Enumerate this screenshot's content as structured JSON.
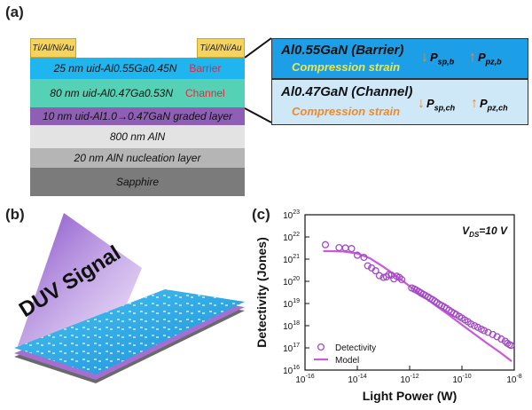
{
  "panels": {
    "a": "(a)",
    "b": "(b)",
    "c": "(c)"
  },
  "panel_a": {
    "contacts": [
      "Ti/Al/Ni/Au",
      "Ti/Al/Ni/Au"
    ],
    "layers": [
      {
        "text": "25 nm uid-Al0.55Ga0.45N",
        "accent": "Barrier",
        "color": "#1fb5ef"
      },
      {
        "text": "80 nm uid-Al0.47Ga0.53N",
        "accent": "Channel",
        "color": "#55d1b6"
      },
      {
        "text": "10 nm uid-Al1.0→0.47GaN graded layer",
        "accent": "",
        "color": "#8e5fb5"
      },
      {
        "text": "800 nm AlN",
        "accent": "",
        "color": "#e3e3e3"
      },
      {
        "text": "20 nm AlN nucleation layer",
        "accent": "",
        "color": "#b5b5b5"
      },
      {
        "text": "Sapphire",
        "accent": "",
        "color": "#7b7b7b"
      }
    ],
    "zoom": {
      "barrier": {
        "title": "Al0.55GaN (Barrier)",
        "strain": "Compression strain",
        "p_sp": "P",
        "p_sp_sub": "sp,b",
        "p_pz": "P",
        "p_pz_sub": "pz,b"
      },
      "channel": {
        "title": "Al0.47GaN (Channel)",
        "strain": "Compression strain",
        "p_sp": "P",
        "p_sp_sub": "sp,ch",
        "p_pz": "P",
        "p_pz_sub": "pz,ch"
      }
    },
    "colors": {
      "barrier_fill": "#1c9fe6",
      "channel_fill": "#cfe8f7",
      "strain_barrier": "#f2e640",
      "strain_channel": "#f08a2a",
      "arrow": "#f08a2a"
    }
  },
  "panel_b": {
    "signal_text": "DUV Signal",
    "colors": {
      "beam": "#9b6fd0",
      "chip": "#29a8e8"
    }
  },
  "chart_data": {
    "type": "scatter",
    "title": "",
    "xlabel": "Light Power (W)",
    "ylabel": "Detectivity (Jones)",
    "xscale": "log",
    "yscale": "log",
    "xlim": [
      1e-16,
      1e-08
    ],
    "ylim": [
      1e+16,
      1e+23
    ],
    "x_ticks": [
      "10-16",
      "10-14",
      "10-12",
      "10-10",
      "10-8"
    ],
    "y_ticks": [
      "1016",
      "1017",
      "1018",
      "1019",
      "1020",
      "1021",
      "1022",
      "1023"
    ],
    "annotation": "VDS=10 V",
    "legend_position": "bottom-left",
    "series": [
      {
        "name": "Detectivity",
        "style": "open-circle",
        "x": [
          6e-16,
          2e-15,
          3.5e-15,
          6e-15,
          1e-14,
          1.8e-14,
          2.5e-14,
          3.5e-14,
          5e-14,
          7e-14,
          1e-13,
          1.3e-13,
          1.6e-13,
          2e-13,
          2.5e-13,
          3.2e-13,
          4e-13,
          5e-13,
          1.2e-12,
          1.5e-12,
          1.8e-12,
          2.2e-12,
          2.7e-12,
          3.3e-12,
          4e-12,
          5e-12,
          6e-12,
          7.5e-12,
          9e-12,
          1.1e-11,
          1.4e-11,
          1.7e-11,
          2.1e-11,
          2.6e-11,
          3.2e-11,
          4e-11,
          5e-11,
          6e-11,
          8e-11,
          1e-10,
          1.3e-10,
          1.7e-10,
          2.2e-10,
          3e-10,
          4e-10,
          5.5e-10,
          7e-10,
          1e-09,
          1.5e-09,
          2.2e-09,
          3.2e-09,
          4.5e-09,
          5.5e-09,
          6.5e-09,
          7.5e-09
        ],
        "y": [
          4.5e+21,
          3.3e+21,
          3.2e+21,
          3e+21,
          1.5e+21,
          1.2e+21,
          5e+20,
          4e+20,
          3e+20,
          1.8e+20,
          1.5e+20,
          1.6e+20,
          2e+20,
          1.9e+20,
          1.3e+20,
          1.7e+20,
          1.5e+20,
          1.2e+20,
          5e+19,
          4.5e+19,
          4e+19,
          3.5e+19,
          3e+19,
          2.6e+19,
          2.3e+19,
          2e+19,
          1.7e+19,
          1.5e+19,
          1.3e+19,
          1.1e+19,
          9e+18,
          8e+18,
          7e+18,
          6e+18,
          5e+18,
          4.2e+18,
          3.6e+18,
          3.2e+18,
          2.6e+18,
          2.2e+18,
          1.8e+18,
          1.5e+18,
          1.2e+18,
          1e+18,
          8.5e+17,
          7e+17,
          6e+17,
          5e+17,
          4e+17,
          3.2e+17,
          2.5e+17,
          2e+17,
          1.6e+17,
          1.4e+17,
          1.3e+17
        ]
      },
      {
        "name": "Model",
        "style": "line",
        "x": [
          5e-16,
          1e-15,
          3e-15,
          1e-14,
          3e-14,
          1e-13,
          3e-13,
          1e-12,
          3e-12,
          1e-11,
          3e-11,
          1e-10,
          3e-10,
          1e-09,
          3e-09,
          8e-09
        ],
        "y": [
          2.3e+21,
          2.3e+21,
          2.2e+21,
          1.8e+21,
          1.1e+21,
          4.5e+20,
          1.8e+20,
          6e+19,
          2.3e+19,
          8e+18,
          3.2e+18,
          1.1e+18,
          4.2e+17,
          1.5e+17,
          6e+16,
          2.5e+16
        ]
      }
    ],
    "colors": {
      "Detectivity": "#a349c8",
      "Model": "#c95ad8"
    }
  }
}
